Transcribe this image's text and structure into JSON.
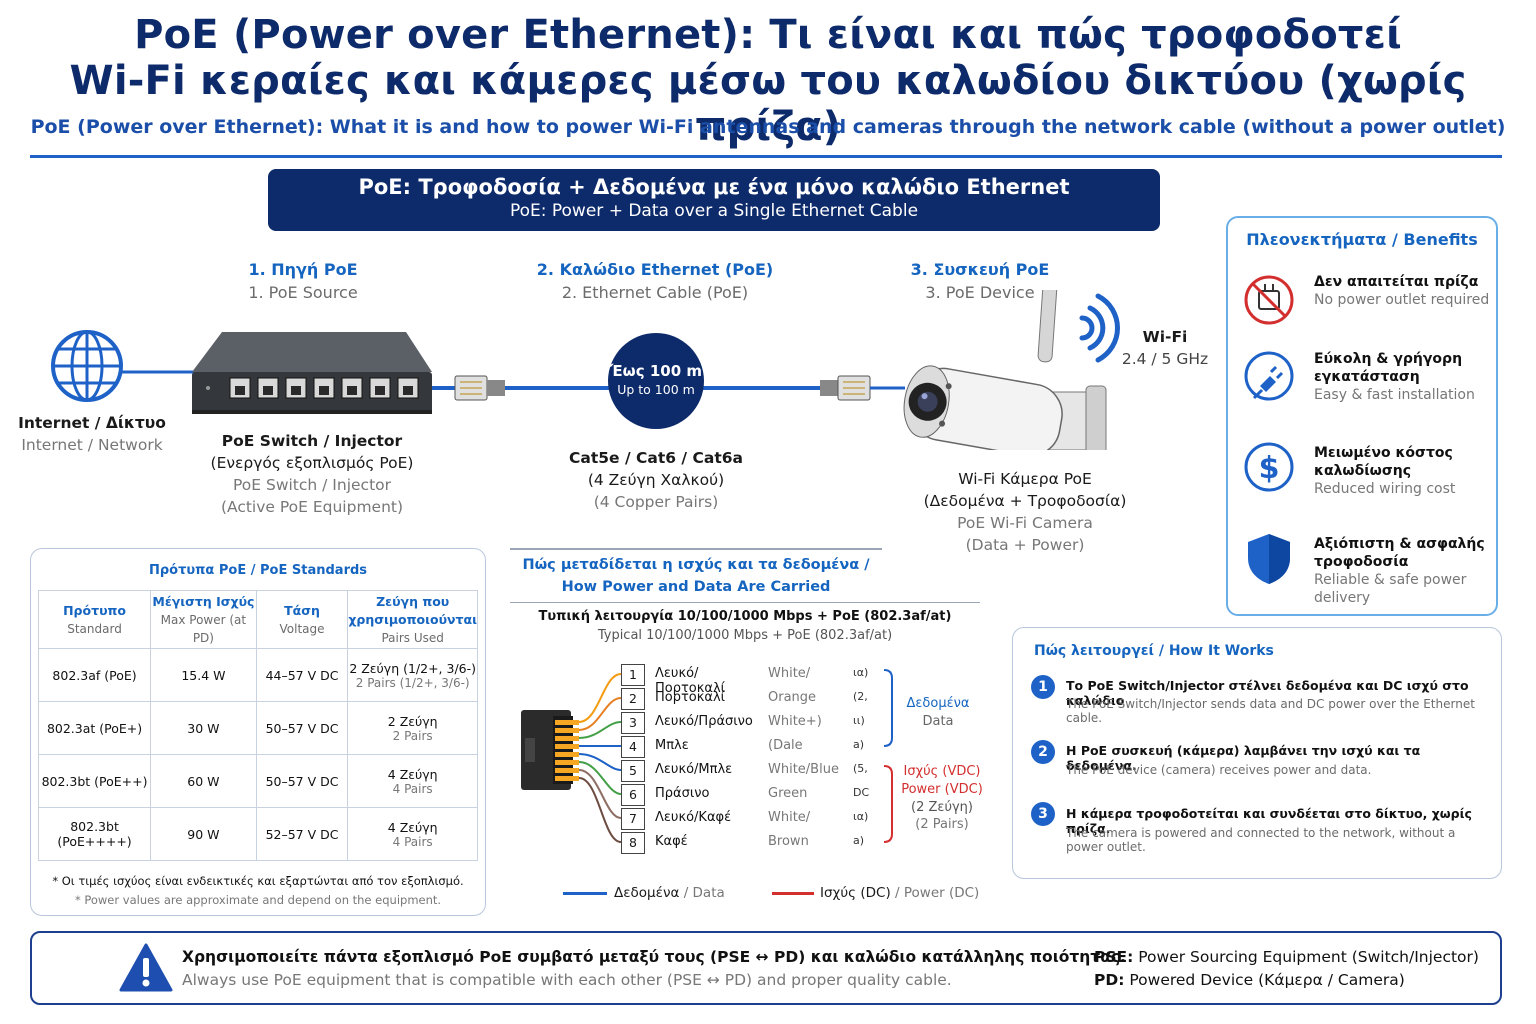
{
  "header": {
    "title_line1": "PoE (Power over Ethernet): Τι είναι και πώς τροφοδοτεί",
    "title_line2": "Wi-Fi κεραίες και κάμερες μέσω του καλωδίου δικτύου (χωρίς πρίζα)",
    "subtitle": "PoE (Power over Ethernet): What it is and how to power Wi-Fi antennas and cameras through the network cable (without a power outlet)"
  },
  "banner": {
    "line1": "PoE: Τροφοδοσία + Δεδομένα με ένα μόνο καλώδιο Ethernet",
    "line2": "PoE: Power + Data over a Single Ethernet Cable"
  },
  "steps": [
    {
      "title": "1. Πηγή PoE",
      "subtitle": "1. PoE Source"
    },
    {
      "title": "2. Καλώδιο Ethernet (PoE)",
      "subtitle": "2. Ethernet Cable (PoE)"
    },
    {
      "title": "3. Συσκευή PoE",
      "subtitle": "3. PoE Device"
    }
  ],
  "internet": {
    "label_gr": "Internet / Δίκτυο",
    "label_en": "Internet / Network"
  },
  "switch": {
    "line1": "PoE Switch / Injector",
    "line2": "(Ενεργός εξοπλισμός PoE)",
    "line3": "PoE Switch / Injector",
    "line4": "(Active PoE Equipment)"
  },
  "distance": {
    "gr": "Έως 100 m",
    "en": "Up to 100 m"
  },
  "cable": {
    "line1": "Cat5e / Cat6 / Cat6a",
    "line2": "(4 Ζεύγη Χαλκού)",
    "line3": "(4 Copper Pairs)"
  },
  "wifi": {
    "label": "Wi-Fi",
    "bands": "2.4 / 5 GHz"
  },
  "camera": {
    "line1": "Wi-Fi Κάμερα PoE",
    "line2": "(Δεδομένα + Τροφοδοσία)",
    "line3": "PoE Wi-Fi Camera",
    "line4": "(Data + Power)"
  },
  "benefits": {
    "title": "Πλεονεκτήματα / Benefits",
    "items": [
      {
        "icon": "no-plug-icon",
        "gr": "Δεν απαιτείται πρίζα",
        "en": "No power outlet required"
      },
      {
        "icon": "plug-icon",
        "gr": "Εύκολη & γρήγορη εγκατάσταση",
        "en": "Easy & fast installation"
      },
      {
        "icon": "dollar-icon",
        "gr": "Μειωμένο κόστος καλωδίωσης",
        "en": "Reduced wiring cost"
      },
      {
        "icon": "shield-icon",
        "gr": "Αξιόπιστη & ασφαλής τροφοδοσία",
        "en": "Reliable & safe power delivery"
      }
    ]
  },
  "standards": {
    "title": "Πρότυπα PoE / PoE Standards",
    "headers": [
      {
        "gr": "Πρότυπο",
        "en": "Standard"
      },
      {
        "gr": "Μέγιστη Ισχύς",
        "en": "Max Power (at PD)"
      },
      {
        "gr": "Τάση",
        "en": "Voltage"
      },
      {
        "gr": "Ζεύγη που χρησιμοποιούνται",
        "en": "Pairs Used"
      }
    ],
    "rows": [
      {
        "standard": "802.3af (PoE)",
        "power": "15.4 W",
        "voltage": "44–57 V DC",
        "pairs_gr": "2 Ζεύγη (1/2+, 3/6-)",
        "pairs_en": "2 Pairs (1/2+, 3/6-)"
      },
      {
        "standard": "802.3at (PoE+)",
        "power": "30 W",
        "voltage": "50–57 V DC",
        "pairs_gr": "2 Ζεύγη",
        "pairs_en": "2 Pairs"
      },
      {
        "standard": "802.3bt (PoE++)",
        "power": "60 W",
        "voltage": "50–57 V DC",
        "pairs_gr": "4 Ζεύγη",
        "pairs_en": "4 Pairs"
      },
      {
        "standard": "802.3bt (PoE++++)",
        "power": "90 W",
        "voltage": "52–57 V DC",
        "pairs_gr": "4 Ζεύγη",
        "pairs_en": "4 Pairs"
      }
    ],
    "note_gr": "* Οι τιμές ισχύος είναι ενδεικτικές και εξαρτώνται από τον εξοπλισμό.",
    "note_en": "* Power values are approximate and depend on the equipment."
  },
  "carried": {
    "title1": "Πώς μεταδίδεται η ισχύς και τα δεδομένα /",
    "title2": "How Power and Data Are Carried",
    "mode_gr": "Τυπική λειτουργία 10/100/1000 Mbps + PoE (802.3af/at)",
    "mode_en": "Typical 10/100/1000 Mbps + PoE (802.3af/at)",
    "pins": [
      {
        "num": "1",
        "gr": "Λευκό/Πορτοκαλί",
        "en": "White/",
        "tail": "ια)",
        "color": "#f39c12"
      },
      {
        "num": "2",
        "gr": "Πορτοκαλί",
        "en": "Orange",
        "tail": "(2,",
        "color": "#f39c12"
      },
      {
        "num": "3",
        "gr": "Λευκό/Πράσινο",
        "en": "White+)",
        "tail": "ιι)",
        "color": "#43a047"
      },
      {
        "num": "4",
        "gr": "Μπλε",
        "en": "(Dale",
        "tail": "a)",
        "color": "#1e62c8"
      },
      {
        "num": "5",
        "gr": "Λευκό/Μπλε",
        "en": "White/Blue",
        "tail": "(5,",
        "color": "#1e62c8"
      },
      {
        "num": "6",
        "gr": "Πράσινο",
        "en": "Green",
        "tail": "DC",
        "color": "#43a047"
      },
      {
        "num": "7",
        "gr": "Λευκό/Καφέ",
        "en": "White/",
        "tail": "ια)",
        "color": "#8d6e63"
      },
      {
        "num": "8",
        "gr": "Καφέ",
        "en": "Brown",
        "tail": "a)",
        "color": "#8d6e63"
      }
    ],
    "group_data_gr": "Δεδομένα",
    "group_data_en": "Data",
    "group_power_gr": "Ισχύς (VDC)",
    "group_power_en": "Power (VDC)",
    "group_pairs_gr": "(2 Ζεύγη)",
    "group_pairs_en": "(2 Pairs)",
    "legend_data_gr": "Δεδομένα",
    "legend_data_en": "/ Data",
    "legend_power_gr": "Ισχύς (DC)",
    "legend_power_en": "/ Power (DC)",
    "colors": {
      "data": "#1e62c8",
      "power": "#d32f2f"
    }
  },
  "how_it_works": {
    "title": "Πώς λειτουργεί / How It Works",
    "steps": [
      {
        "num": "1",
        "gr": "Το PoE Switch/Injector στέλνει δεδομένα και DC ισχύ στο καλώδιο",
        "en": "The PoE Switch/Injector sends data and DC power over the Ethernet cable."
      },
      {
        "num": "2",
        "gr": "Η PoE συσκευή (κάμερα) λαμβάνει την ισχύ και τα δεδομένα.",
        "en": "The PoE device (camera) receives power and data."
      },
      {
        "num": "3",
        "gr": "Η κάμερα τροφοδοτείται και συνδέεται στο δίκτυο, χωρίς πρίζα.",
        "en": "The camera is powered and connected to the network, without a power outlet."
      }
    ]
  },
  "safety": {
    "gr": "Χρησιμοποιείτε πάντα εξοπλισμό PoE συμβατό μεταξύ τους (PSE ↔ PD) και καλώδιο κατάλληλης ποιότητας.",
    "en": "Always use PoE equipment that is compatible with each other (PSE ↔ PD) and proper quality cable.",
    "pse_key": "PSE:",
    "pse_val": "Power Sourcing Equipment (Switch/Injector)",
    "pd_key": "PD:",
    "pd_val": "Powered Device (Κάμερα / Camera)"
  }
}
